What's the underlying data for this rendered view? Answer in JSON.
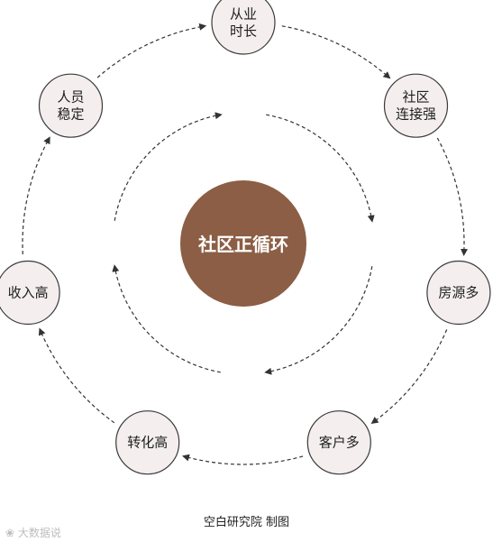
{
  "center": {
    "label": "社区正循环",
    "color": "#8b5e45"
  },
  "nodes": [
    {
      "id": "tenure",
      "lines": [
        "从业",
        "时长"
      ]
    },
    {
      "id": "community",
      "lines": [
        "社区",
        "连接强"
      ]
    },
    {
      "id": "listings",
      "lines": [
        "房源多"
      ]
    },
    {
      "id": "clients",
      "lines": [
        "客户多"
      ]
    },
    {
      "id": "conversion",
      "lines": [
        "转化高"
      ]
    },
    {
      "id": "income",
      "lines": [
        "收入高"
      ]
    },
    {
      "id": "stability",
      "lines": [
        "人员",
        "稳定"
      ]
    }
  ],
  "caption": "空白研究院 制图",
  "watermark": "❀ 大数据说",
  "colors": {
    "node_fill": "#f4eeee",
    "node_stroke": "#3a3a3a",
    "arrow": "#333333"
  }
}
